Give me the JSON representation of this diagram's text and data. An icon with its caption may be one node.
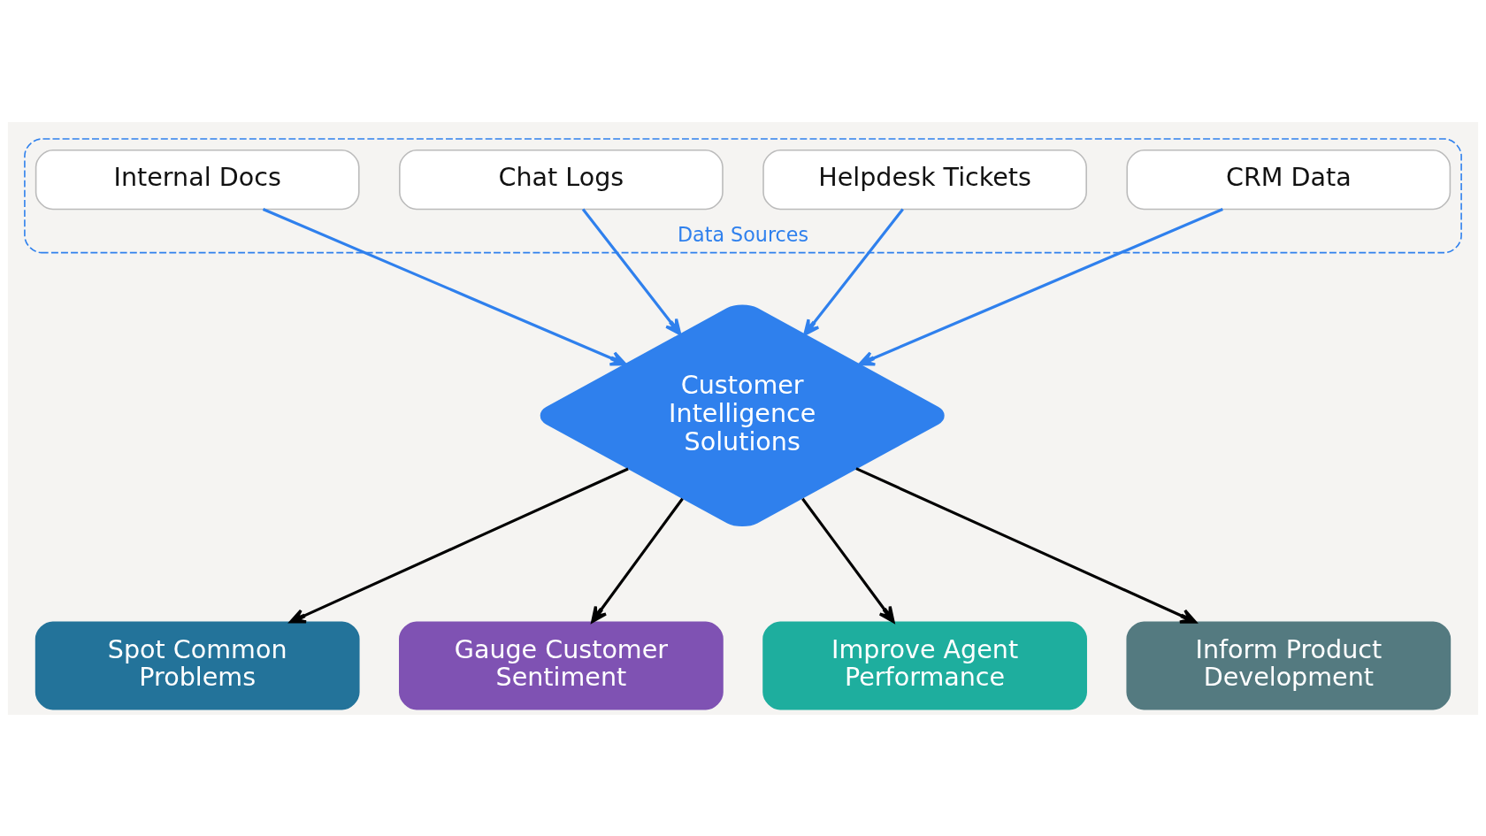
{
  "diagram": {
    "nodes": [
      {
        "text": [
          "Data Sources"
        ]
      },
      {
        "text": [
          "CRM Data"
        ],
        "in": 0
      },
      {
        "text": [
          "Helpdesk Tickets"
        ],
        "in": 0
      },
      {
        "text": [
          "Chat Logs"
        ],
        "in": 0
      },
      {
        "text": [
          "Internal Docs"
        ],
        "in": 0
      },
      {
        "text": [
          "Customer Intelligence Solutions"
        ]
      },
      {
        "text": [
          "Spot Common Problems"
        ]
      },
      {
        "text": [
          "Gauge Customer Sentiment"
        ]
      },
      {
        "text": [
          "Improve Agent Performance"
        ]
      },
      {
        "text": [
          "Inform Product Development"
        ]
      }
    ],
    "edges": [
      {
        "from": 1,
        "to": 5,
        "arrow": "to",
        "color": "#2f80ed"
      },
      {
        "from": 2,
        "to": 5,
        "arrow": "to",
        "color": "#2f80ed"
      },
      {
        "from": 3,
        "to": 5,
        "arrow": "to",
        "color": "#2f80ed"
      },
      {
        "from": 4,
        "to": 5,
        "arrow": "to",
        "color": "#2f80ed"
      },
      {
        "from": 5,
        "to": 6,
        "arrow": "to",
        "color": "#000000"
      },
      {
        "from": 5,
        "to": 7,
        "arrow": "to",
        "color": "#000000"
      },
      {
        "from": 5,
        "to": 8,
        "arrow": "to",
        "color": "#000000"
      },
      {
        "from": 5,
        "to": 9,
        "arrow": "to",
        "color": "#000000"
      }
    ]
  }
}
